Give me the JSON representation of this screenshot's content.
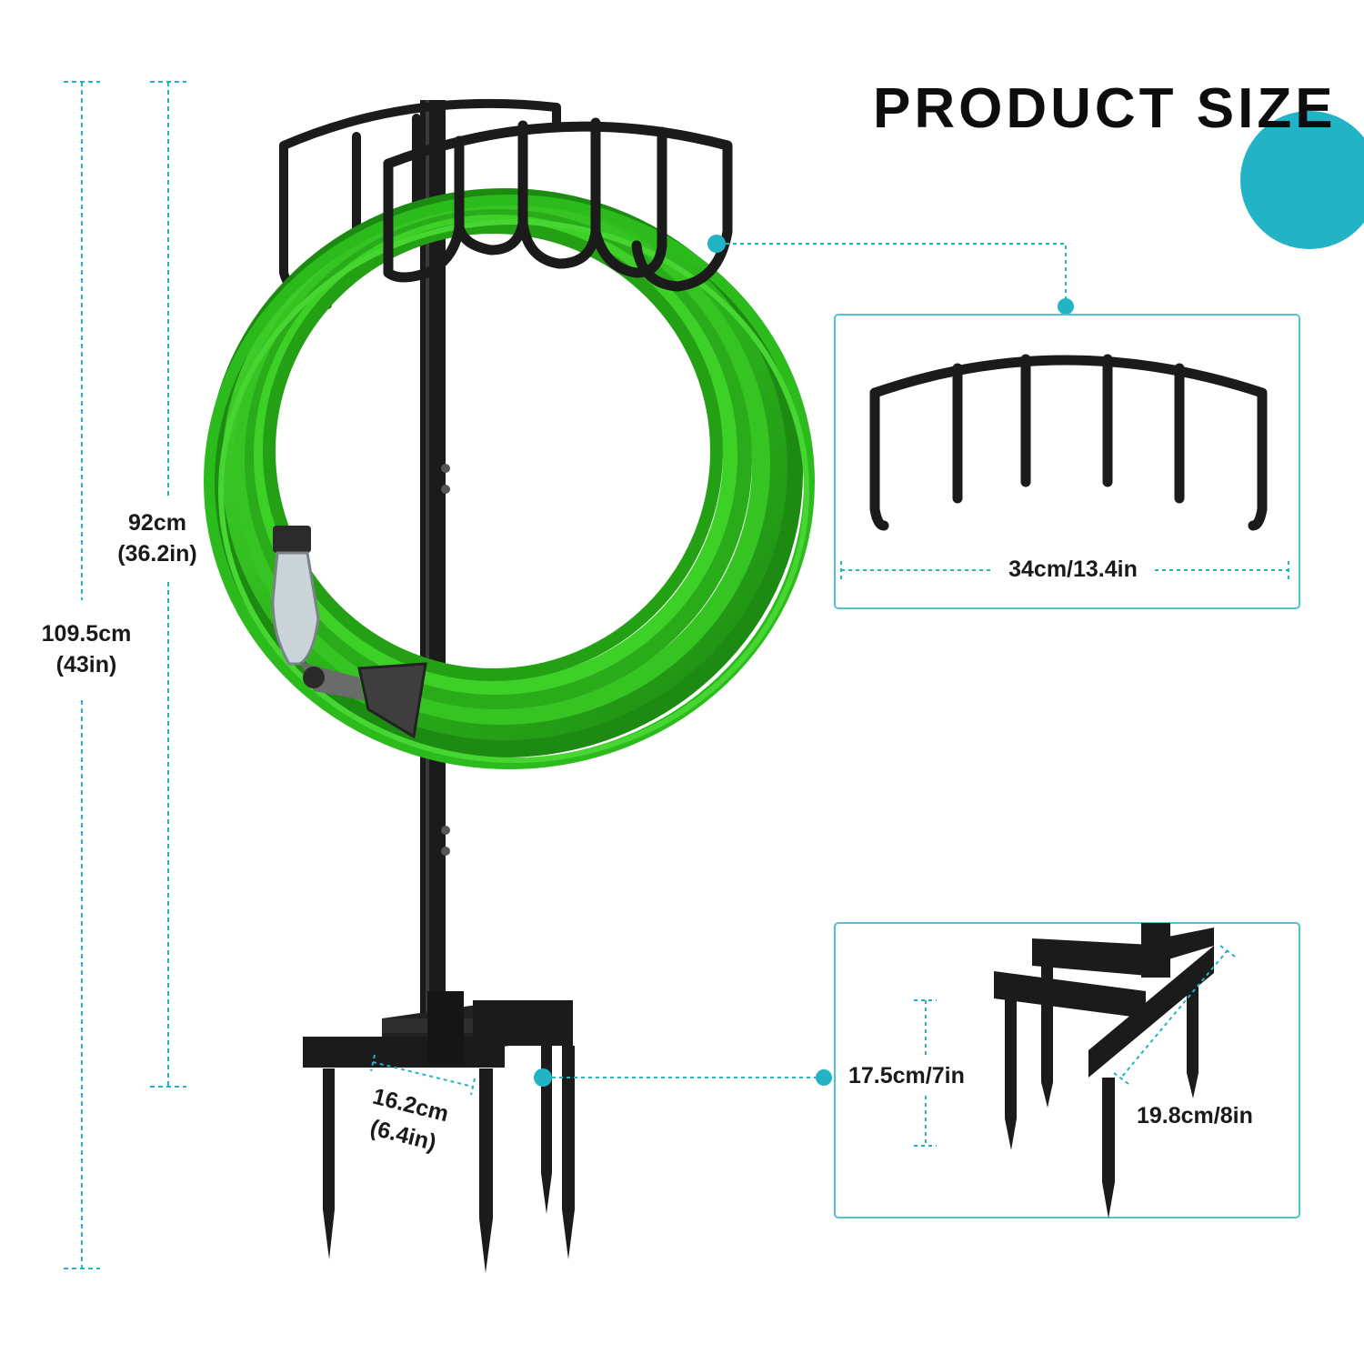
{
  "title": "PRODUCT SIZE",
  "colors": {
    "accent": "#22b3c6",
    "hose_green": "#2fbf1f",
    "hose_dark": "#1f8f14",
    "metal": "#1b1b1b",
    "panel_border": "#4fc3d1"
  },
  "dimensions": {
    "total_height": {
      "cm": "109.5cm",
      "in": "(43in)"
    },
    "pole_height": {
      "cm": "92cm",
      "in": "(36.2in)"
    },
    "base_width": {
      "cm": "16.2cm",
      "in": "(6.4in)"
    },
    "hook_width": "34cm/13.4in",
    "spike_length": "17.5cm/7in",
    "base_depth": "19.8cm/8in"
  }
}
